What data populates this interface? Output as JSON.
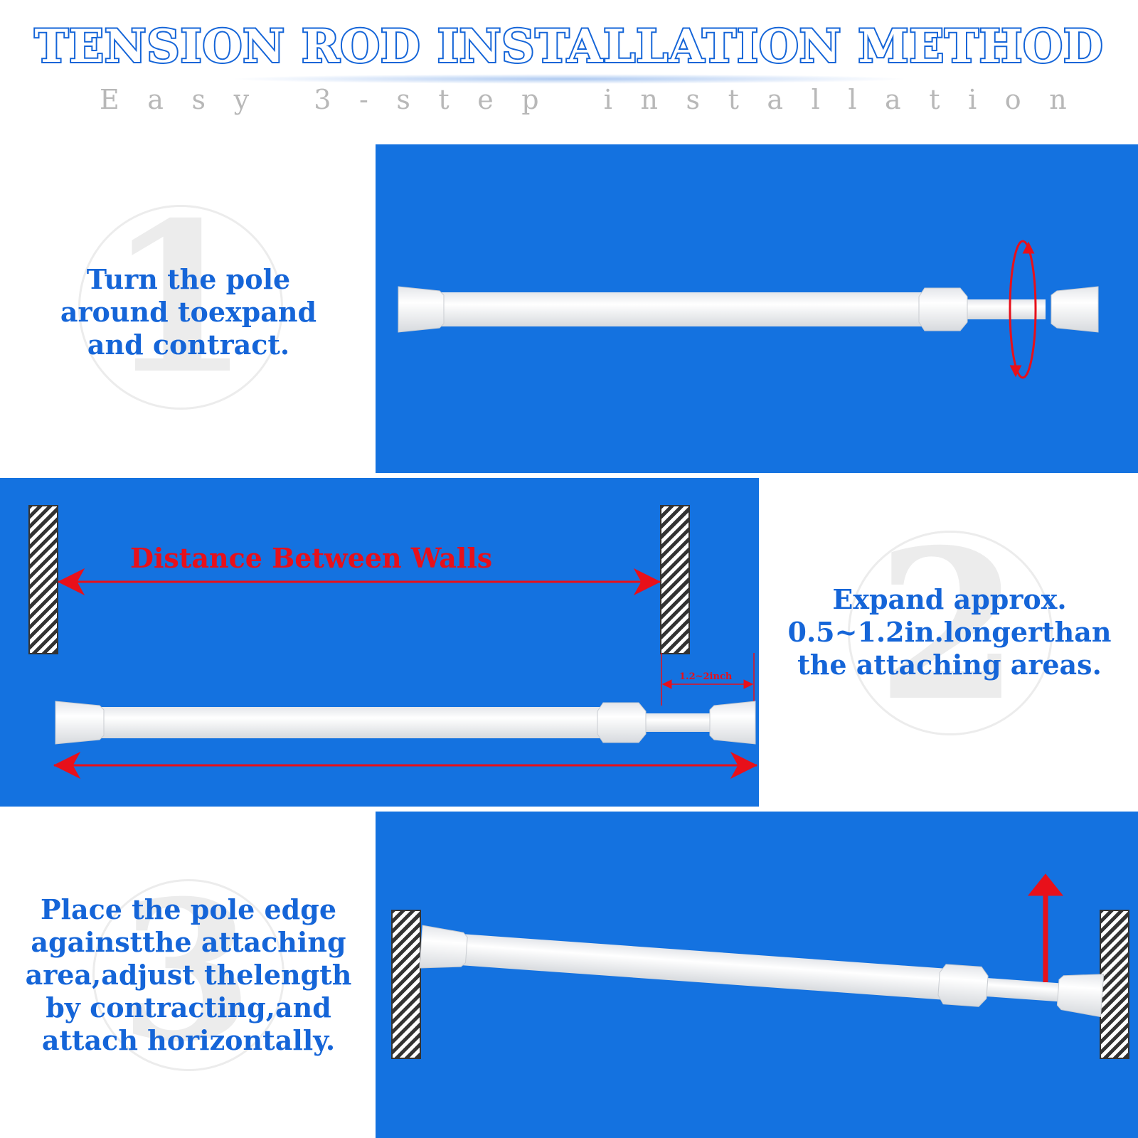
{
  "header": {
    "title": "TENSION ROD INSTALLATION METHOD",
    "subtitle_chars": [
      "E",
      "a",
      "s",
      "y",
      "",
      "3",
      "-",
      "s",
      "t",
      "e",
      "p",
      "",
      "i",
      "n",
      "s",
      "t",
      "a",
      "l",
      "l",
      "a",
      "t",
      "i",
      "o",
      "n"
    ]
  },
  "steps": [
    {
      "number": "1",
      "text": "Turn the pole\naround toexpand\nand contract."
    },
    {
      "number": "2",
      "text": "Expand approx.\n0.5~1.2in.longerthan\nthe attaching areas."
    },
    {
      "number": "3",
      "text": "Place the pole edge\nagainstthe attaching\narea,adjust thelength\nby contracting,and\nattach horizontally."
    }
  ],
  "diagram2": {
    "distance_label": "Distance Between Walls",
    "gap_label": "1.2~2inch"
  },
  "colors": {
    "panel_blue": "#1472e0",
    "text_blue": "#1565d8",
    "arrow_red": "#e8101a",
    "rod_white": "#f1f2f4"
  }
}
